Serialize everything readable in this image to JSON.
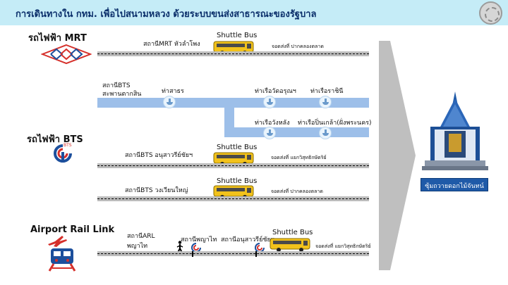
{
  "header": {
    "title": "การเดินทางใน กทม. เพื่อไปสนามหลวง ด้วยระบบขนส่งสาธารณะของรัฐบาล"
  },
  "mrt": {
    "title": "รถไฟฟ้า MRT",
    "station": "สถานีMRT หัวลำโพง",
    "shuttle_label": "Shuttle Bus",
    "stop": "จอดส่งที่ ปากคลองตลาด"
  },
  "boat": {
    "station_line1": "สถานีBTS",
    "station_line2": "สะพานตากสิน",
    "piers": [
      "ท่าสาธร",
      "ท่าเรือวัดอรุณฯ",
      "ท่าเรือราชินี",
      "ท่าเรือวังหลัง",
      "ท่าเรือปิ่นเกล้า(ฝั่งพระนคร)"
    ]
  },
  "bts": {
    "title": "รถไฟฟ้า BTS",
    "logo_text": "BTS",
    "route1": {
      "station": "สถานีBTS อนุสาวรีย์ชัยฯ",
      "shuttle_label": "Shuttle Bus",
      "stop": "จอดส่งที่ แยกวิสุทธิกษัตริย์"
    },
    "route2": {
      "station": "สถานีBTS วงเวียนใหญ่",
      "shuttle_label": "Shuttle Bus",
      "stop": "จอดส่งที่ ปากคลองตลาด"
    }
  },
  "arl": {
    "title": "Airport Rail Link",
    "station_line1": "สถานีARL",
    "station_line2": "พญาไท",
    "walk_to": "สถานีพญาไท",
    "transfer": "สถานีอนุสาวรีย์ชัยฯ",
    "shuttle_label": "Shuttle Bus",
    "stop": "จอดส่งที่ แยกวิสุทธิกษัตริย์"
  },
  "destination": {
    "label": "ซุ้มถวายดอกไม้จันทน์"
  },
  "colors": {
    "header_bg": "#c5ecf7",
    "canal": "#9dbfe9",
    "bus_yellow": "#f2c21b",
    "destination_bg": "#1f5aa8",
    "arrow_gray": "#bfbfbf",
    "mrt_logo": "#d6302b",
    "bts_logo": "#1c4f9c"
  },
  "icons": [
    "seal-icon",
    "mrt-logo-icon",
    "bts-logo-icon",
    "arl-logo-icon",
    "bus-icon",
    "boat-icon",
    "walking-person-icon",
    "bts-station-icon",
    "temple-pavilion-icon",
    "chevron-arrow-icon"
  ]
}
